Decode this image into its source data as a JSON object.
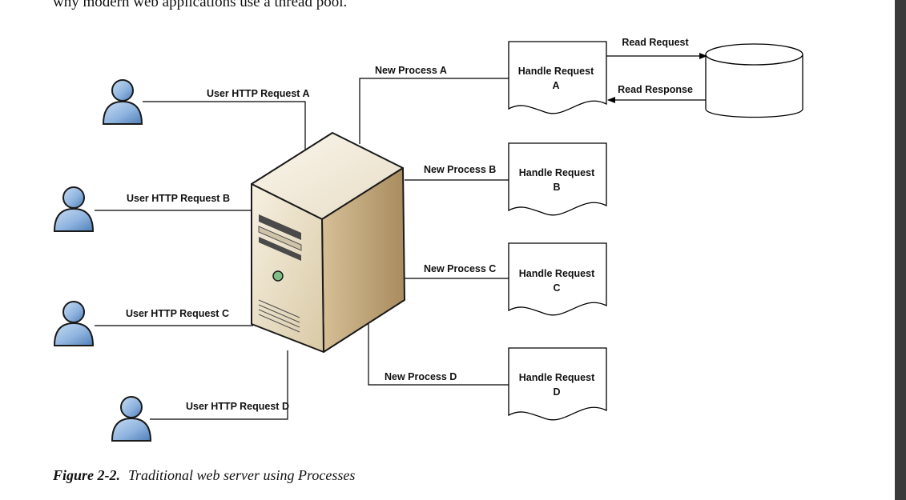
{
  "intro_text": "why modern web applications use a thread pool.",
  "diagram": {
    "user_labels": [
      "User HTTP Request A",
      "User HTTP Request B",
      "User HTTP Request C",
      "User HTTP Request D"
    ],
    "process_labels": [
      "New Process A",
      "New Process B",
      "New Process C",
      "New Process D"
    ],
    "handler_title": "Handle Request",
    "handler_ids": [
      "A",
      "B",
      "C",
      "D"
    ],
    "read_request": "Read Request",
    "read_response": "Read Response"
  },
  "caption": {
    "number": "Figure 2-2.",
    "text": "Traditional web server using Processes"
  },
  "colors": {
    "user_fill": "#8fb4df",
    "server_front": "#e8dcc0",
    "server_side": "#c8b089",
    "server_led": "#7fbf86",
    "scrollbar": "#3a3a3a"
  }
}
